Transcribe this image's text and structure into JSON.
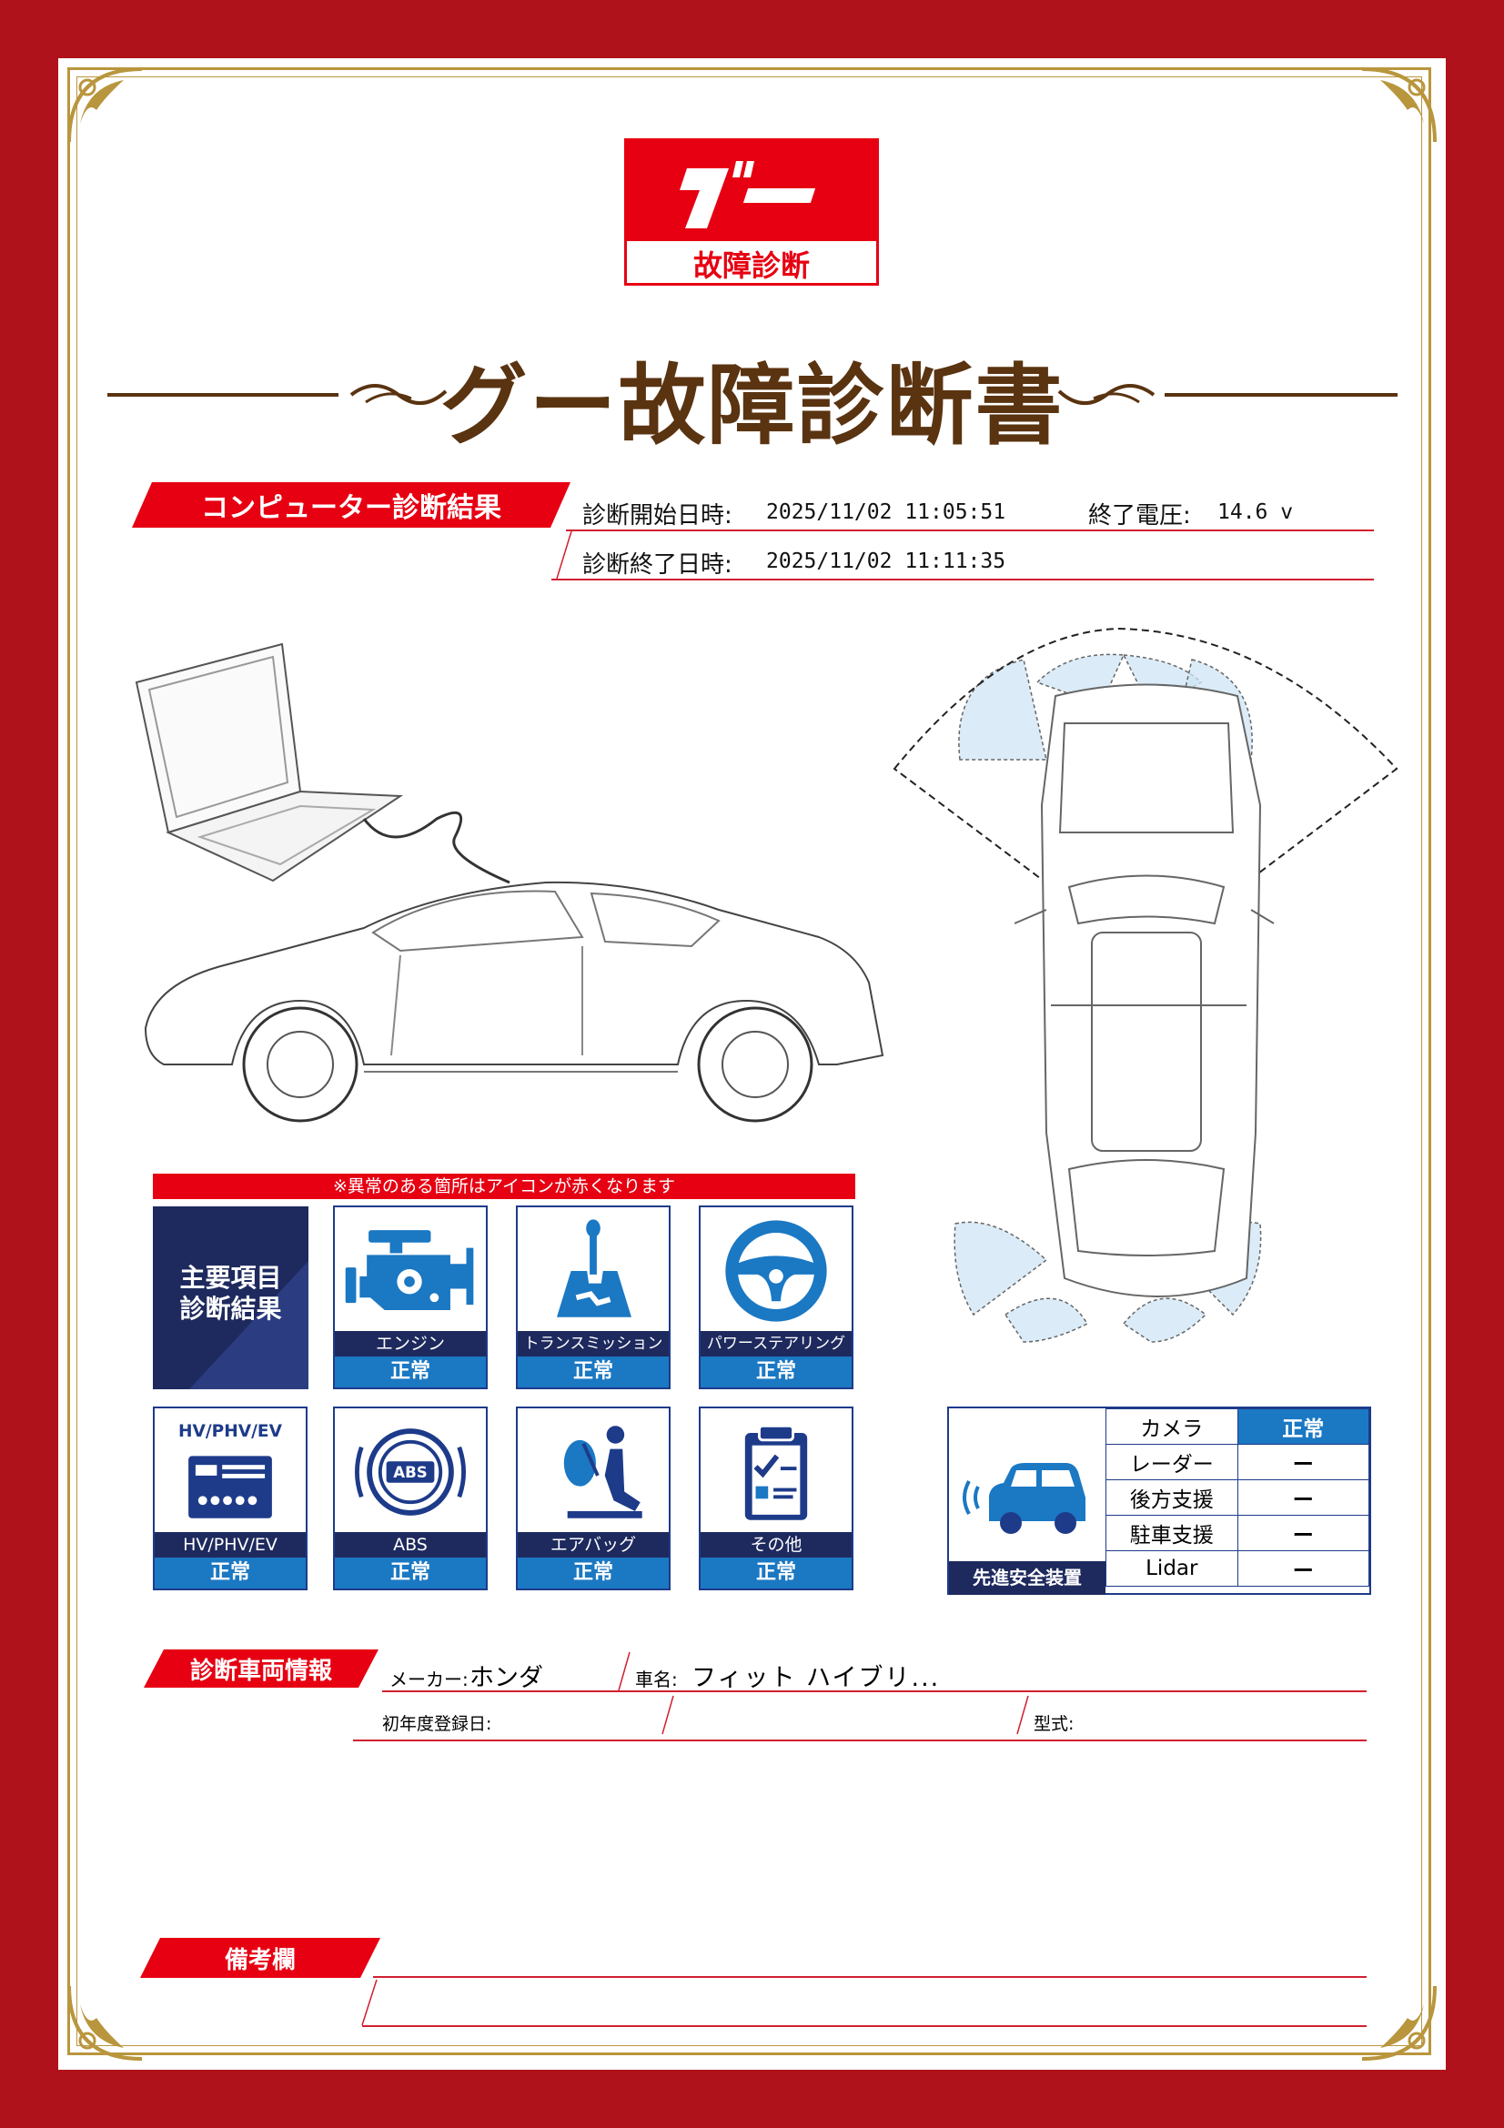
{
  "logo": {
    "mark": "グー",
    "subtitle": "故障診断"
  },
  "title": "グー故障診断書",
  "diagnosis": {
    "section_label": "コンピューター診断結果",
    "start_label": "診断開始日時:",
    "start_value": "2025/11/02 11:05:51",
    "end_label": "診断終了日時:",
    "end_value": "2025/11/02 11:11:35",
    "voltage_label": "終了電圧:",
    "voltage_value": "14.6 v"
  },
  "banner": "※異常のある箇所はアイコンが赤くなります",
  "main_results": {
    "heading_line1": "主要項目",
    "heading_line2": "診断結果",
    "tiles": [
      {
        "icon": "engine-icon",
        "name": "エンジン",
        "status": "正常"
      },
      {
        "icon": "transmission-icon",
        "name": "トランスミッション",
        "status": "正常"
      },
      {
        "icon": "steering-wheel-icon",
        "name": "パワーステアリング",
        "status": "正常"
      },
      {
        "icon": "hv-battery-icon",
        "icon_label": "HV/PHV/EV",
        "name": "HV/PHV/EV",
        "status": "正常"
      },
      {
        "icon": "abs-icon",
        "icon_label": "ABS",
        "name": "ABS",
        "status": "正常"
      },
      {
        "icon": "airbag-icon",
        "name": "エアバッグ",
        "status": "正常"
      },
      {
        "icon": "clipboard-icon",
        "name": "その他",
        "status": "正常"
      }
    ]
  },
  "adas": {
    "label": "先進安全装置",
    "rows": [
      {
        "name": "カメラ",
        "status": "正常"
      },
      {
        "name": "レーダー",
        "status": "ー"
      },
      {
        "name": "後方支援",
        "status": "ー"
      },
      {
        "name": "駐車支援",
        "status": "ー"
      },
      {
        "name": "Lidar",
        "status": "ー"
      }
    ]
  },
  "vehicle": {
    "section_label": "診断車両情報",
    "maker_label": "メーカー:",
    "maker_value": "ホンダ",
    "name_label": "車名:",
    "name_value": "フィット ハイブリ...",
    "reg_label": "初年度登録日:",
    "reg_value": "",
    "model_label": "型式:",
    "model_value": ""
  },
  "remarks": {
    "section_label": "備考欄"
  },
  "colors": {
    "frame_red": "#b0121b",
    "brand_red": "#e60012",
    "gold": "#b9963d",
    "navy": "#1e2a5e",
    "status_blue": "#1b78c3",
    "title_brown": "#5a3310"
  }
}
